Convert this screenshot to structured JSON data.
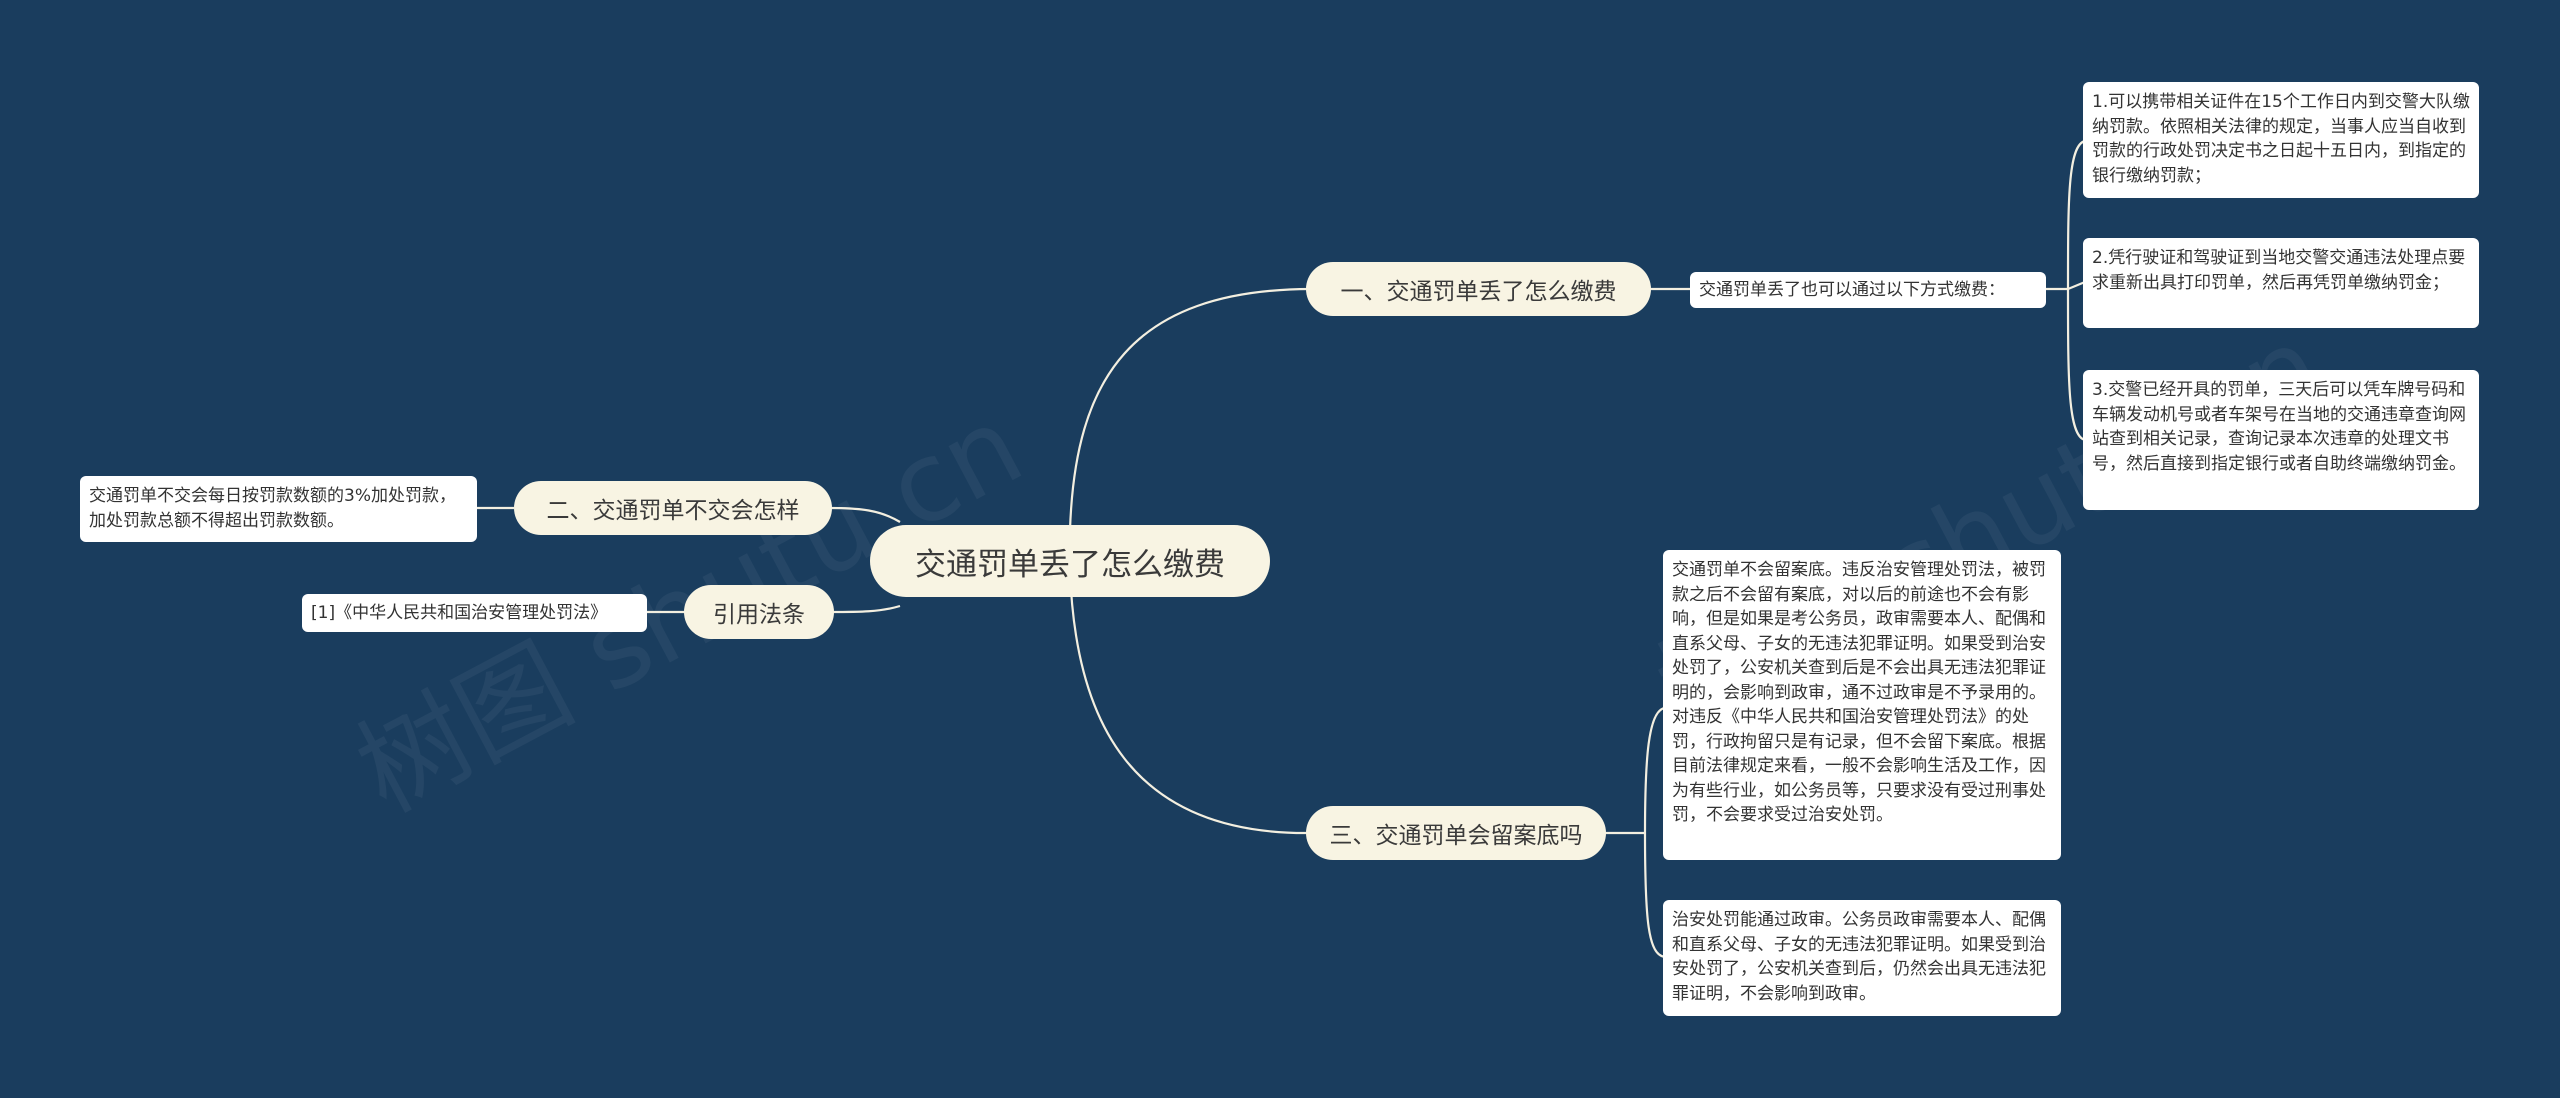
{
  "colors": {
    "background": "#1a3d5e",
    "line": "#f3efe0",
    "pill": "#f8f4e3",
    "leaf": "#ffffff",
    "text": "#333333"
  },
  "root": {
    "label": "交通罚单丢了怎么缴费"
  },
  "branches": [
    {
      "label": "一、交通罚单丢了怎么缴费"
    },
    {
      "label": "二、交通罚单不交会怎样"
    },
    {
      "label": "引用法条"
    },
    {
      "label": "三、交通罚单会留案底吗"
    }
  ],
  "sub": {
    "pay_methods": "交通罚单丢了也可以通过以下方式缴费："
  },
  "leaves": {
    "pay1": "1.可以携带相关证件在15个工作日内到交警大队缴纳罚款。依照相关法律的规定，当事人应当自收到罚款的行政处罚决定书之日起十五日内，到指定的银行缴纳罚款；",
    "pay2": "2.凭行驶证和驾驶证到当地交警交通违法处理点要求重新出具打印罚单，然后再凭罚单缴纳罚金；",
    "pay3": "3.交警已经开具的罚单，三天后可以凭车牌号码和车辆发动机号或者车架号在当地的交通违章查询网站查到相关记录，查询记录本次违章的处理文书号，然后直接到指定银行或者自助终端缴纳罚金。",
    "unpaid": "交通罚单不交会每日按罚款数额的3%加处罚款，加处罚款总额不得超出罚款数额。",
    "law": "[1]《中华人民共和国治安管理处罚法》",
    "record1": "交通罚单不会留案底。违反治安管理处罚法，被罚款之后不会留有案底，对以后的前途也不会有影响，但是如果是考公务员，政审需要本人、配偶和直系父母、子女的无违法犯罪证明。如果受到治安处罚了，公安机关查到后是不会出具无违法犯罪证明的，会影响到政审，通不过政审是不予录用的。对违反《中华人民共和国治安管理处罚法》的处罚，行政拘留只是有记录，但不会留下案底。根据目前法律规定来看，一般不会影响生活及工作，因为有些行业，如公务员等，只要求没有受过刑事处罚，不会要求受过治安处罚。",
    "record2": "治安处罚能通过政审。公务员政审需要本人、配偶和直系父母、子女的无违法犯罪证明。如果受到治安处罚了，公安机关查到后，仍然会出具无违法犯罪证明，不会影响到政审。"
  },
  "watermark": "树图 shutu.cn"
}
